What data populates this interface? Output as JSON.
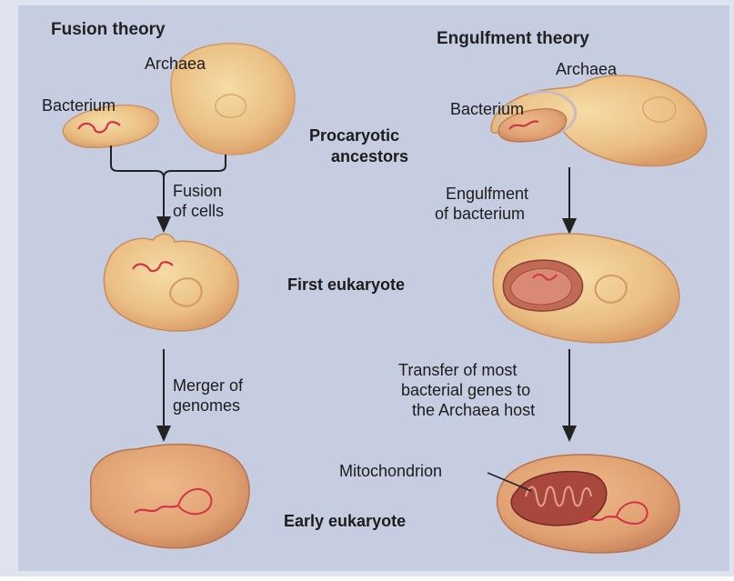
{
  "fusion": {
    "title": "Fusion theory",
    "archaea_label": "Archaea",
    "bacterium_label": "Bacterium",
    "step1_line1": "Fusion",
    "step1_line2": "of cells",
    "step2_line1": "Merger of",
    "step2_line2": "genomes"
  },
  "engulfment": {
    "title": "Engulfment theory",
    "archaea_label": "Archaea",
    "bacterium_label": "Bacterium",
    "step1_line1": "Engulfment",
    "step1_line2": "of bacterium",
    "step2_line1": "Transfer of most",
    "step2_line2": "bacterial genes to",
    "step2_line3": "the Archaea host",
    "mitochondrion_label": "Mitochondrion"
  },
  "center": {
    "stage1_line1": "Procaryotic",
    "stage1_line2": "ancestors",
    "stage2": "First eukaryote",
    "stage3": "Early eukaryote"
  },
  "colors": {
    "background": "#c7cde0",
    "cell_fill": "#e9c287",
    "cell_edge": "#cf9461",
    "dna": "#d2334a",
    "mito_fill": "#a8483c",
    "text": "#1c1c1c"
  }
}
